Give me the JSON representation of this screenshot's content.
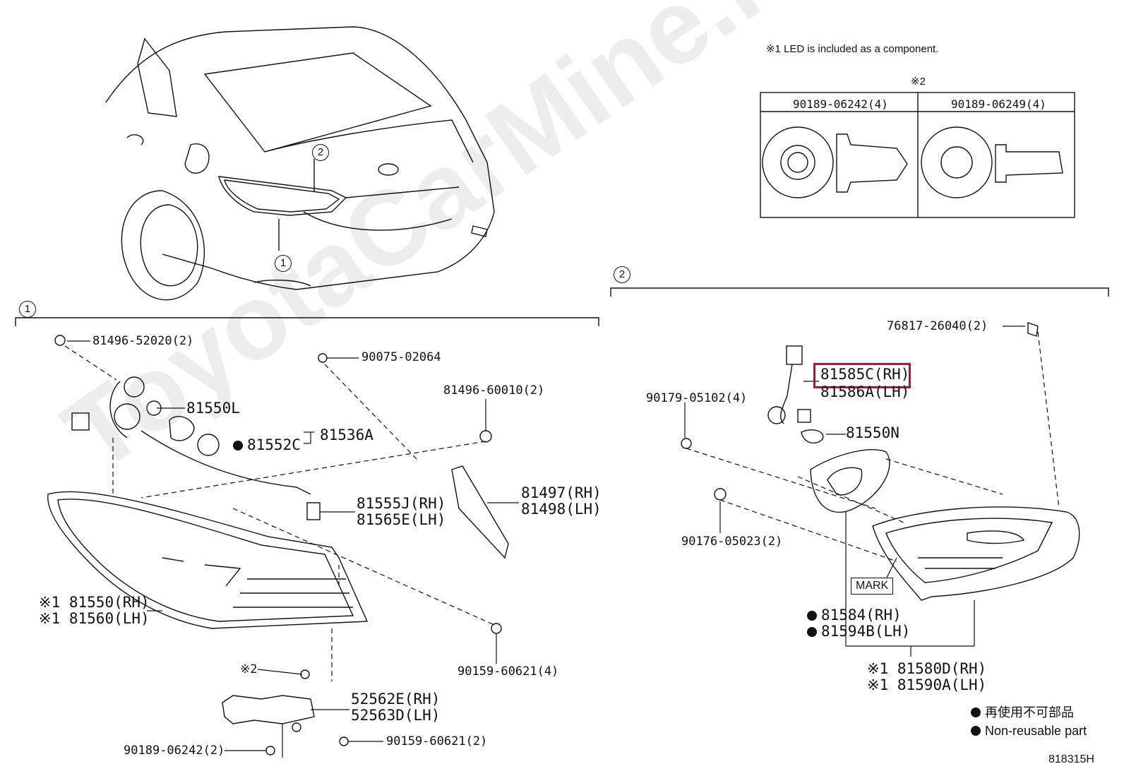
{
  "watermark": "ToyotaCarMine.ru",
  "notes": {
    "led_note": "※1 LED is included as a component.",
    "ref2_mark": "※2"
  },
  "fastener_table": {
    "col1": "90189-06242(4)",
    "col2": "90189-06249(4)"
  },
  "callouts": {
    "c1": "1",
    "c2": "2"
  },
  "left_group": {
    "p_81496_52020": "81496-52020(2)",
    "p_90075_02064": "90075-02064",
    "p_81496_60010": "81496-60010(2)",
    "p_81550L": "81550L",
    "p_81552C": "81552C",
    "p_81536A": "81536A",
    "p_81555J": "81555J(RH)",
    "p_81565E": "81565E(LH)",
    "p_81497": "81497(RH)",
    "p_81498": "81498(LH)",
    "p_81550": "※1 81550(RH)",
    "p_81560": "※1 81560(LH)",
    "p_ref2": "※2",
    "p_90159_60621_4": "90159-60621(4)",
    "p_52562E": "52562E(RH)",
    "p_52563D": "52563D(LH)",
    "p_90189_06242_2": "90189-06242(2)",
    "p_90159_60621_2": "90159-60621(2)"
  },
  "right_group": {
    "p_76817_26040": "76817-26040(2)",
    "p_81585C": "81585C(RH)",
    "p_81586A": "81586A(LH)",
    "p_90179_05102": "90179-05102(4)",
    "p_81550N": "81550N",
    "p_90176_05023": "90176-05023(2)",
    "mark": "MARK",
    "p_81584": "81584(RH)",
    "p_81594B": "81594B(LH)",
    "p_81580D": "※1 81580D(RH)",
    "p_81590A": "※1 81590A(LH)"
  },
  "legend": {
    "jp": "再使用不可部品",
    "en": "Non-reusable part"
  },
  "diagram_id": "818315H",
  "colors": {
    "highlight": "#a01848",
    "line": "#111111"
  }
}
